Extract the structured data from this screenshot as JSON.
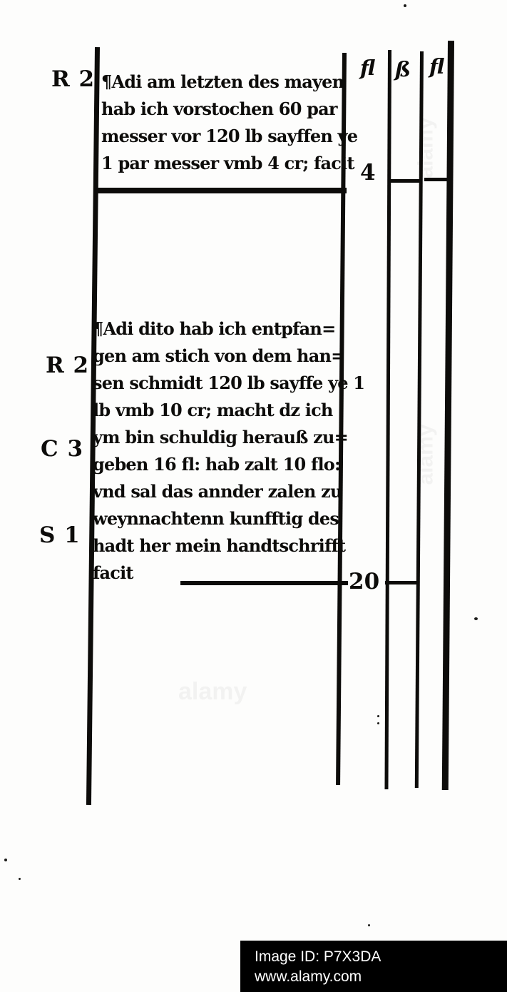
{
  "ledger": {
    "column_headers": [
      "fl",
      "ß",
      "fl"
    ],
    "entries": [
      {
        "margin_notes": [
          "R 2"
        ],
        "lines": [
          "¶Adi am letzten des mayen",
          "hab ich vorstochen 60 par",
          "messer vor 120 lb sayffen ye",
          "1 par messer vmb 4 cr; facit"
        ],
        "amount_fl": "4"
      },
      {
        "margin_notes": [
          "R 2",
          "C 3",
          "S 1"
        ],
        "lines": [
          "¶Adi dito hab ich entpfan=",
          "gen am stich von dem han=",
          "sen schmidt 120 lb sayffe ye 1",
          "lb vmb 10 cr; macht dz ich",
          "ym bin schuldig herauß zu=",
          "geben 16 fl: hab zalt 10 flo:",
          "vnd sal das annder zalen zu",
          "weynnachtenn kunfftig des",
          "hadt her mein handtschrifft",
          "facit"
        ],
        "amount_fl": "20"
      }
    ]
  },
  "watermark": {
    "brand": "alamy",
    "image_id": "Image ID: P7X3DA",
    "url": "www.alamy.com"
  }
}
